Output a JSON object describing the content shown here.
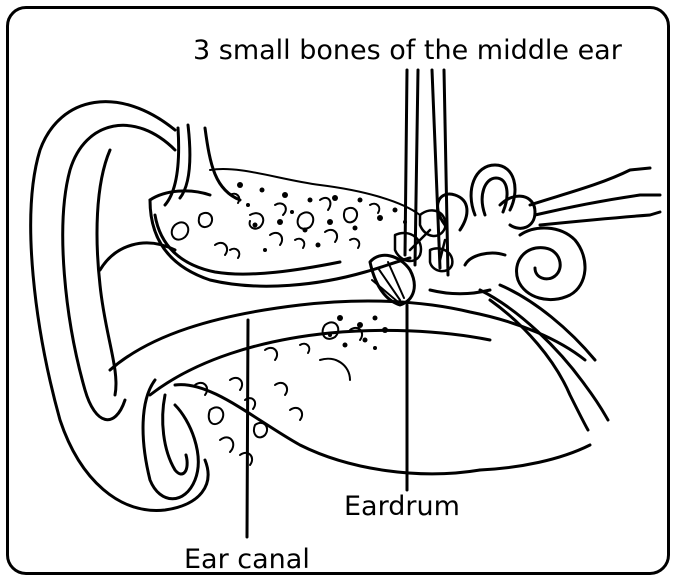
{
  "diagram": {
    "labels": {
      "bones": "3 small bones of the middle ear",
      "eardrum": "Eardrum",
      "canal": "Ear canal"
    },
    "colors": {
      "line": "#000000",
      "background": "#ffffff"
    }
  }
}
